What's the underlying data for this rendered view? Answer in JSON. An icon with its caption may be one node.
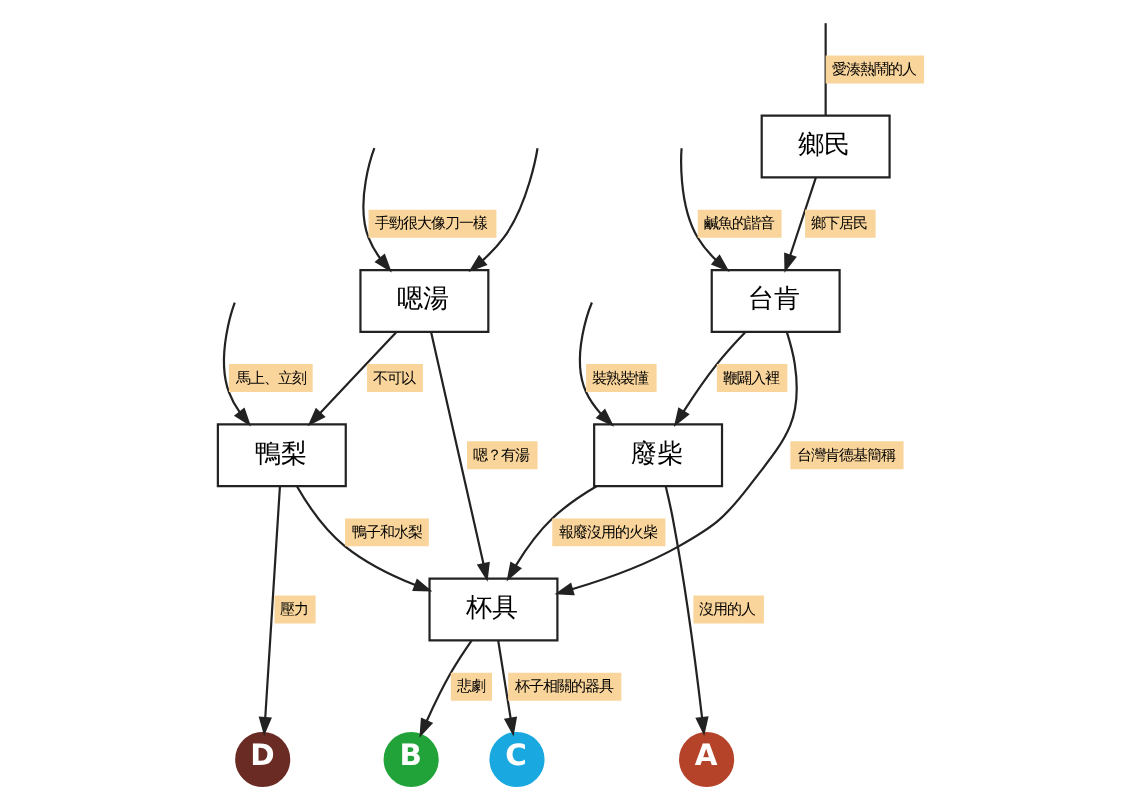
{
  "diagram": {
    "nodes": [
      {
        "text": [
          "鄉民"
        ]
      },
      {
        "text": [
          "台肯"
        ]
      },
      {
        "text": [
          "嗯湯"
        ]
      },
      {
        "text": [
          "廢柴"
        ]
      },
      {
        "text": [
          "鴨梨"
        ]
      },
      {
        "text": [
          "杯具"
        ]
      },
      {
        "text": [
          "A"
        ]
      },
      {
        "text": [
          "B"
        ]
      },
      {
        "text": [
          "C"
        ]
      },
      {
        "text": [
          "D"
        ]
      }
    ],
    "edges": [
      {
        "from": null,
        "to": 3,
        "arrow": "to",
        "label": "裝熟裝懂"
      },
      {
        "from": null,
        "to": 1,
        "arrow": "to",
        "label": "鹹魚的諧音"
      },
      {
        "from": null,
        "to": 0,
        "arrow": "none",
        "label": "愛湊熱鬧的人"
      },
      {
        "from": null,
        "to": 4,
        "arrow": "to",
        "label": "馬上、立刻"
      },
      {
        "from": null,
        "to": 2,
        "arrow": "to",
        "label": "手勁很大像刀一樣"
      },
      {
        "from": null,
        "to": 2,
        "arrow": "to"
      },
      {
        "from": 0,
        "to": 1,
        "arrow": "to",
        "label": "鄉下居民"
      },
      {
        "from": 1,
        "to": 3,
        "arrow": "to",
        "label": "鞭闢入裡"
      },
      {
        "from": 1,
        "to": 5,
        "arrow": "to",
        "label": "台灣肯德基簡稱"
      },
      {
        "from": 2,
        "to": 4,
        "arrow": "to",
        "label": "不可以"
      },
      {
        "from": 2,
        "to": 5,
        "arrow": "to",
        "label": "嗯？有湯"
      },
      {
        "from": 3,
        "to": 5,
        "arrow": "to",
        "label": "報廢沒用的火柴"
      },
      {
        "from": 3,
        "to": 6,
        "arrow": "to",
        "label": "沒用的人"
      },
      {
        "from": 4,
        "to": 5,
        "arrow": "to",
        "label": "鴨子和水梨"
      },
      {
        "from": 4,
        "to": 9,
        "arrow": "to",
        "label": "壓力"
      },
      {
        "from": 5,
        "to": 7,
        "arrow": "to",
        "label": "悲劇"
      },
      {
        "from": 5,
        "to": 8,
        "arrow": "to",
        "label": "杯子相關的器具"
      }
    ]
  }
}
